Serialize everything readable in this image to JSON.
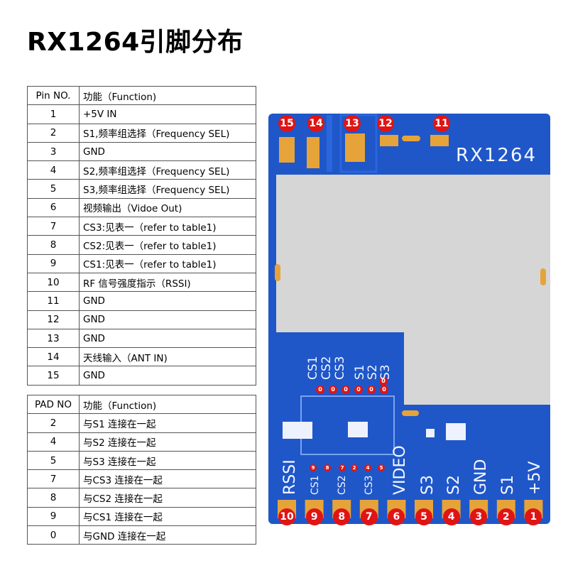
{
  "title": "RX1264引脚分布",
  "pin_table": {
    "header": [
      "Pin NO.",
      "功能（Function)"
    ],
    "rows": [
      [
        "1",
        "+5V IN"
      ],
      [
        "2",
        "S1,频率组选择（Frequency SEL)"
      ],
      [
        "3",
        "GND"
      ],
      [
        "4",
        "S2,频率组选择（Frequency SEL)"
      ],
      [
        "5",
        "S3,频率组选择（Frequency SEL)"
      ],
      [
        "6",
        "视频输出（Vidoe Out)"
      ],
      [
        "7",
        "CS3:见表一（refer to  table1)"
      ],
      [
        "8",
        "CS2:见表一（refer to  table1)"
      ],
      [
        "9",
        "CS1:见表一（refer to  table1)"
      ],
      [
        "10",
        "RF 信号强度指示（RSSI)"
      ],
      [
        "11",
        "GND"
      ],
      [
        "12",
        "GND"
      ],
      [
        "13",
        "GND"
      ],
      [
        "14",
        "天线输入（ANT IN)"
      ],
      [
        "15",
        "GND"
      ]
    ]
  },
  "pad_table": {
    "header": [
      "PAD NO",
      "功能（Function)"
    ],
    "rows": [
      [
        "2",
        "与S1 连接在一起"
      ],
      [
        "4",
        "与S2 连接在一起"
      ],
      [
        "5",
        "与S3 连接在一起"
      ],
      [
        "7",
        "与CS3 连接在一起"
      ],
      [
        "8",
        "与CS2 连接在一起"
      ],
      [
        "9",
        "与CS1 连接在一起"
      ],
      [
        "0",
        "与GND 连接在一起"
      ]
    ]
  },
  "board": {
    "model_label": "RX1264",
    "colors": {
      "pcb": "#1f57c9",
      "shield": "#d6d6d6",
      "pad": "#e6a33a",
      "marker": "#e01414"
    },
    "top_pins": [
      "15",
      "14",
      "13",
      "12",
      "11"
    ],
    "bottom_pins": [
      "10",
      "9",
      "8",
      "7",
      "6",
      "5",
      "4",
      "3",
      "2",
      "1"
    ],
    "bottom_labels": [
      "RSSI",
      "CS1",
      "CS2",
      "CS3",
      "VIDEO",
      "S3",
      "S2",
      "GND",
      "S1",
      "+5V"
    ],
    "config_labels": [
      "CS1",
      "CS2",
      "CS3",
      "S1",
      "S2",
      "S3"
    ],
    "config_upper_pads": [
      "0",
      "0",
      "0",
      "0",
      "0",
      "0"
    ],
    "config_corner_pad": "0",
    "config_lower_pads": [
      "9",
      "8",
      "7",
      "2",
      "4",
      "5"
    ]
  }
}
